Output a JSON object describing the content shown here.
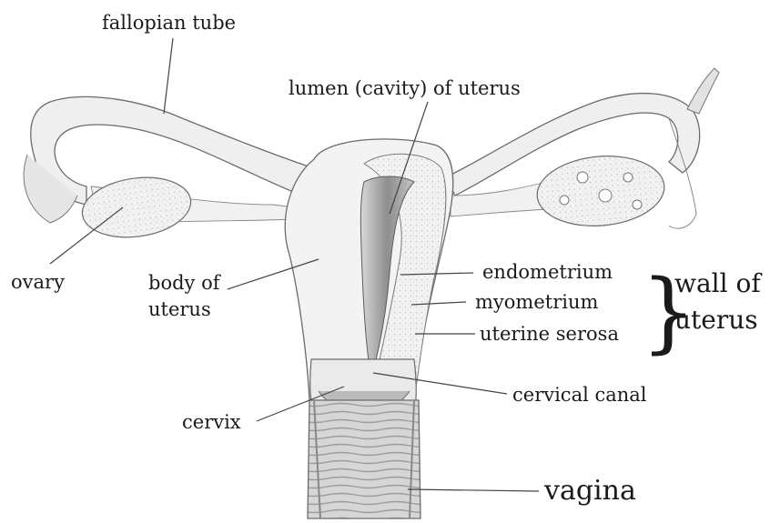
{
  "labels": {
    "fallopian_tube": "fallopian tube",
    "lumen": "lumen (cavity) of uterus",
    "ovary": "ovary",
    "body_of": "body of",
    "uterus_word": "uterus",
    "endometrium": "endometrium",
    "myometrium": "myometrium",
    "uterine_serosa": "uterine serosa",
    "wall_of": "wall of",
    "wall_uterus": "uterus",
    "cervical_canal": "cervical canal",
    "cervix": "cervix",
    "vagina": "vagina",
    "brace": "}"
  },
  "colors": {
    "outline": "#6b6b6b",
    "tissue": "#ececec",
    "tissue_dark": "#cfcfcf",
    "cavity": "#9a9a9a",
    "leader": "#444444"
  }
}
